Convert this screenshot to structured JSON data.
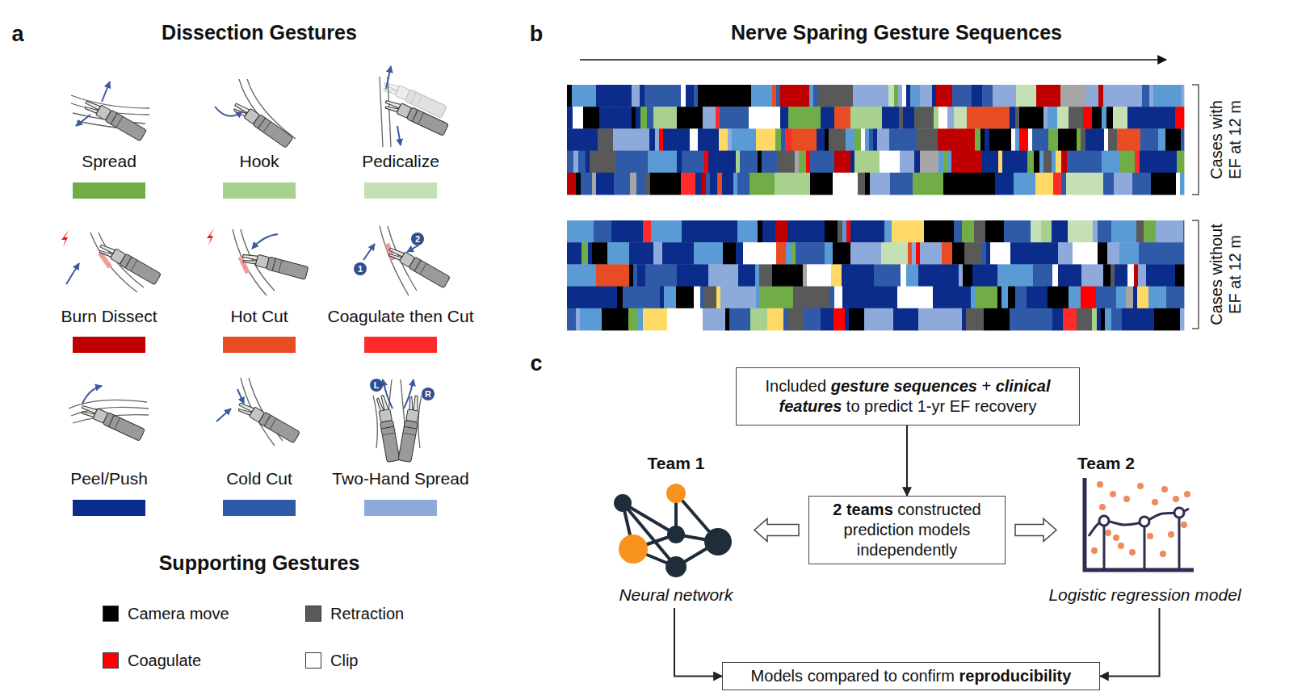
{
  "diagram": {
    "nodes": [
      {
        "text": [
          "Included gesture sequences + clinical features to predict 1-yr EF recovery"
        ]
      },
      {
        "text": [
          "2 teams constructed prediction models independently"
        ]
      },
      {
        "text": [
          "Team 1",
          "Neural network"
        ]
      },
      {
        "text": [
          "Team 2",
          "Logistic regression model"
        ]
      },
      {
        "text": [
          "Models compared to confirm reproducibility"
        ]
      }
    ],
    "edges": [
      {
        "from": 0,
        "to": 1,
        "arrow": "to"
      },
      {
        "from": 1,
        "to": 2,
        "arrow": "to"
      },
      {
        "from": 1,
        "to": 3,
        "arrow": "to"
      },
      {
        "from": 2,
        "to": 4,
        "arrow": "to"
      },
      {
        "from": 3,
        "to": 4,
        "arrow": "to"
      }
    ],
    "labels": [
      "a",
      "Dissection Gestures",
      "1",
      "2",
      "L",
      "R",
      "Supporting Gestures",
      "b",
      "Nerve Sparing Gesture Sequences",
      "Cases with EF at 12 m",
      "Cases without EF at 12 m",
      "c"
    ],
    "legend": [
      {
        "text": "Spread",
        "color": "#70ad47"
      },
      {
        "text": "Hook",
        "color": "#a9d18e"
      },
      {
        "text": "Pedicalize",
        "color": "#c5e0b4"
      },
      {
        "text": "Burn Dissect",
        "color": "#c00000"
      },
      {
        "text": "Hot Cut",
        "color": "#e84c22"
      },
      {
        "text": "Coagulate then Cut",
        "color": "#ff2a2a"
      },
      {
        "text": "Peel/Push",
        "color": "#0b2c8a"
      },
      {
        "text": "Cold Cut",
        "color": "#2f5aa8"
      },
      {
        "text": "Two-Hand Spread",
        "color": "#8eaadb"
      },
      {
        "text": "Camera move",
        "color": "#000000"
      },
      {
        "text": "Retraction",
        "color": "#595959"
      },
      {
        "text": "Coagulate",
        "color": "#ff0000"
      },
      {
        "text": "Clip",
        "color": "#ffffff"
      }
    ]
  }
}
